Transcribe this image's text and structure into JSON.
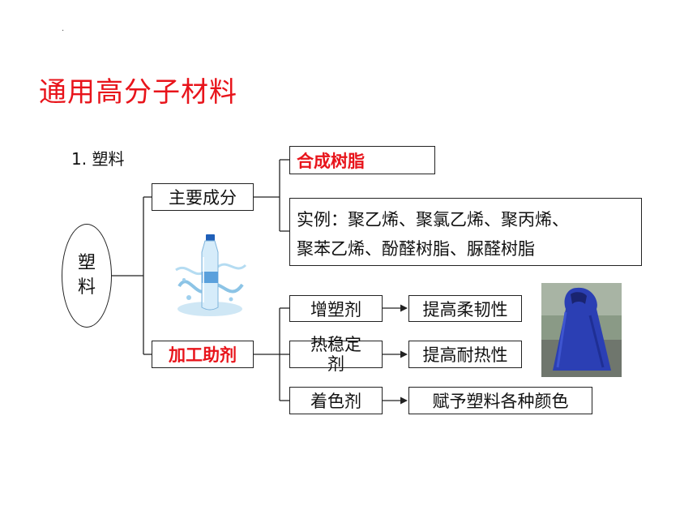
{
  "slide": {
    "title": "通用高分子材料",
    "section": "1. 塑料",
    "root_line1": "塑",
    "root_line2": "料",
    "branch_main": "主要成分",
    "branch_process": "加工助剂",
    "resin": "合成树脂",
    "example_line1": "实例：聚乙烯、聚氯乙烯、聚丙烯、",
    "example_line2": "聚苯乙烯、酚醛树脂、脲醛树脂",
    "additives": [
      {
        "name": "增塑剂",
        "effect": "提高柔韧性"
      },
      {
        "name_line1": "热稳定",
        "name_line2": "剂",
        "effect": "提高耐热性"
      },
      {
        "name": "着色剂",
        "effect": "赋予塑料各种颜色"
      }
    ],
    "accent_color": "#e8141b",
    "images": [
      "water-bottle-image",
      "raincoat-image"
    ]
  }
}
